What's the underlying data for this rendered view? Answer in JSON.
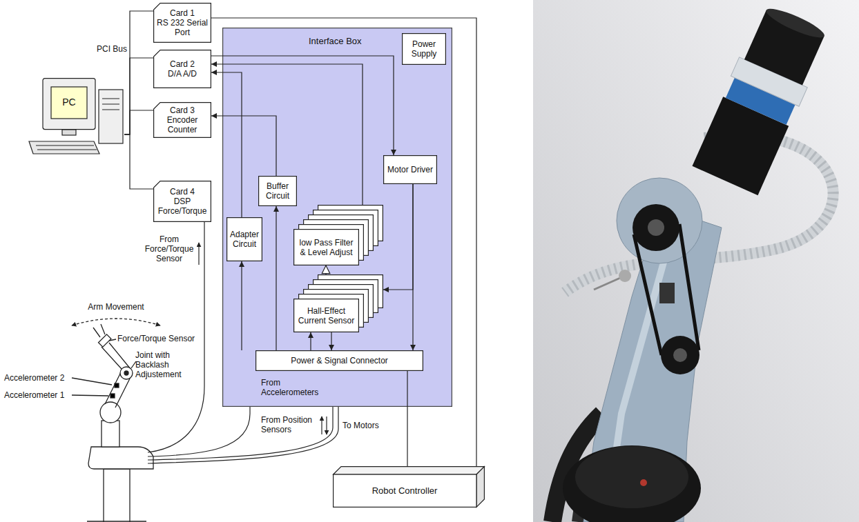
{
  "diagram": {
    "nodes": [
      {
        "text": [
          "Card 1",
          "RS 232 Serial Port"
        ]
      },
      {
        "text": [
          "Card 2",
          "D/A A/D"
        ]
      },
      {
        "text": [
          "Card 3",
          "Encoder Counter"
        ]
      },
      {
        "text": [
          "Card 4",
          "DSP Force/Torque"
        ]
      },
      {
        "text": [
          "PC"
        ]
      },
      {
        "text": [
          "Interface Box"
        ]
      },
      {
        "text": [
          "Power Supply"
        ],
        "in": 5
      },
      {
        "text": [
          "Motor Driver"
        ],
        "in": 5
      },
      {
        "text": [
          "Buffer Circuit"
        ],
        "in": 5
      },
      {
        "text": [
          "Adapter Circuit"
        ],
        "in": 5
      },
      {
        "text": [
          "low Pass Filter & Level Adjust"
        ],
        "in": 5
      },
      {
        "text": [
          "Hall-Effect Current Sensor"
        ],
        "in": 5
      },
      {
        "text": [
          "Power & Signal Connector"
        ],
        "in": 5
      },
      {
        "text": [
          "Robot Controller"
        ]
      }
    ],
    "edges": [
      {
        "from": 1,
        "to": 7,
        "arrow": "to"
      },
      {
        "from": 10,
        "to": 1,
        "arrow": "to"
      },
      {
        "from": 9,
        "to": 1,
        "arrow": "to"
      },
      {
        "from": 8,
        "to": 2,
        "arrow": "to"
      },
      {
        "from": 12,
        "to": 9,
        "arrow": "to"
      },
      {
        "from": 12,
        "to": 8,
        "arrow": "to"
      },
      {
        "from": 11,
        "to": 10,
        "arrow": "to"
      },
      {
        "from": 7,
        "to": 11,
        "arrow": "to"
      },
      {
        "from": 11,
        "to": 12,
        "arrow": "to"
      },
      {
        "from": 12,
        "to": 11,
        "arrow": "to"
      },
      {
        "from": 7,
        "to": 12,
        "arrow": "to"
      },
      {
        "from": 0,
        "to": 13,
        "arrow": "none"
      },
      {
        "from": 12,
        "to": 13,
        "arrow": "none"
      },
      {
        "from": 4,
        "to": 0,
        "arrow": "none"
      },
      {
        "from": 4,
        "to": 1,
        "arrow": "none"
      },
      {
        "from": 4,
        "to": 2,
        "arrow": "none"
      },
      {
        "from": 4,
        "to": 3,
        "arrow": "none"
      }
    ],
    "labels": [
      "PCI Bus",
      "From Force/Torque Sensor",
      "Arm Movement",
      "Force/Torque Sensor",
      "Joint with Backlash Adjustement",
      "Accelerometer 2",
      "Accelerometer 1",
      "From Accelerometers",
      "From Position Sensors",
      "To Motors"
    ]
  }
}
